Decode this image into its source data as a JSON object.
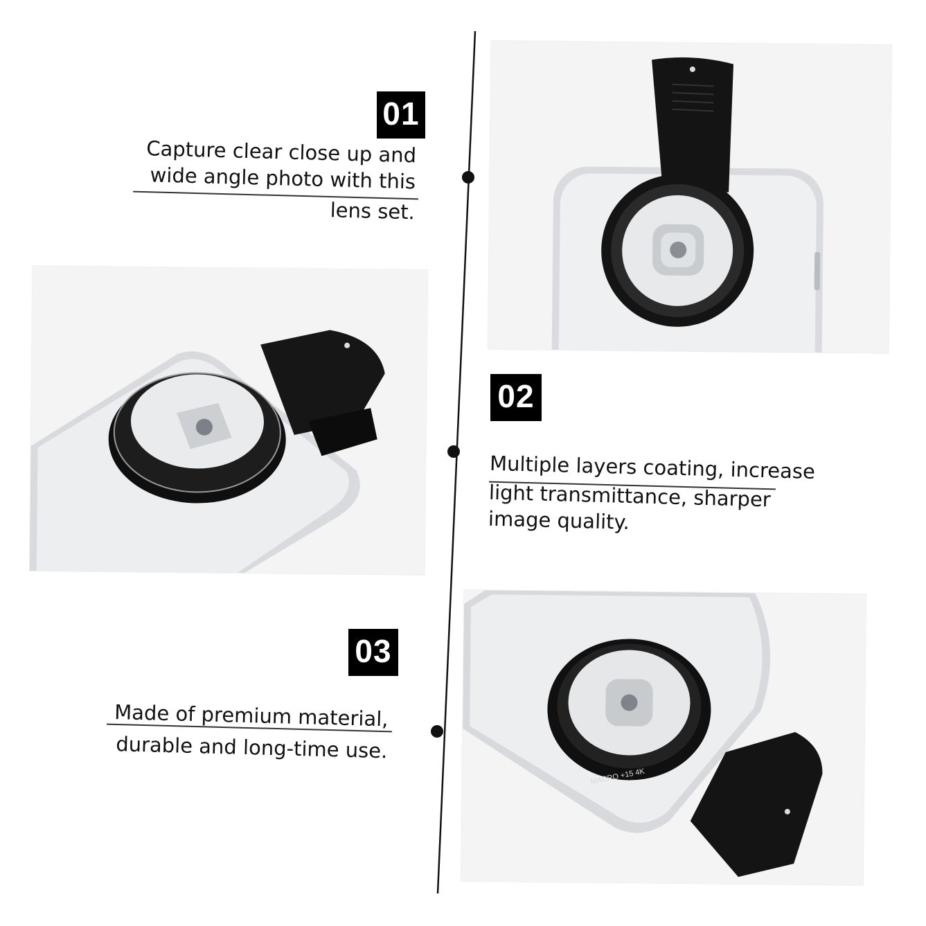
{
  "features": [
    {
      "number": "01",
      "lines": [
        "Capture clear close up and",
        "wide angle photo with this",
        "lens set."
      ]
    },
    {
      "number": "02",
      "lines": [
        "Multiple layers coating, increase",
        "light transmittance, sharper",
        "image quality."
      ]
    },
    {
      "number": "03",
      "lines": [
        "Made of premium material,",
        "durable and long-time use."
      ]
    }
  ],
  "photos": {
    "photo3_lens_markings": "MACRO  +15  4K"
  },
  "colors": {
    "badge": "#000000",
    "text": "#111111",
    "clip": "#141414"
  }
}
